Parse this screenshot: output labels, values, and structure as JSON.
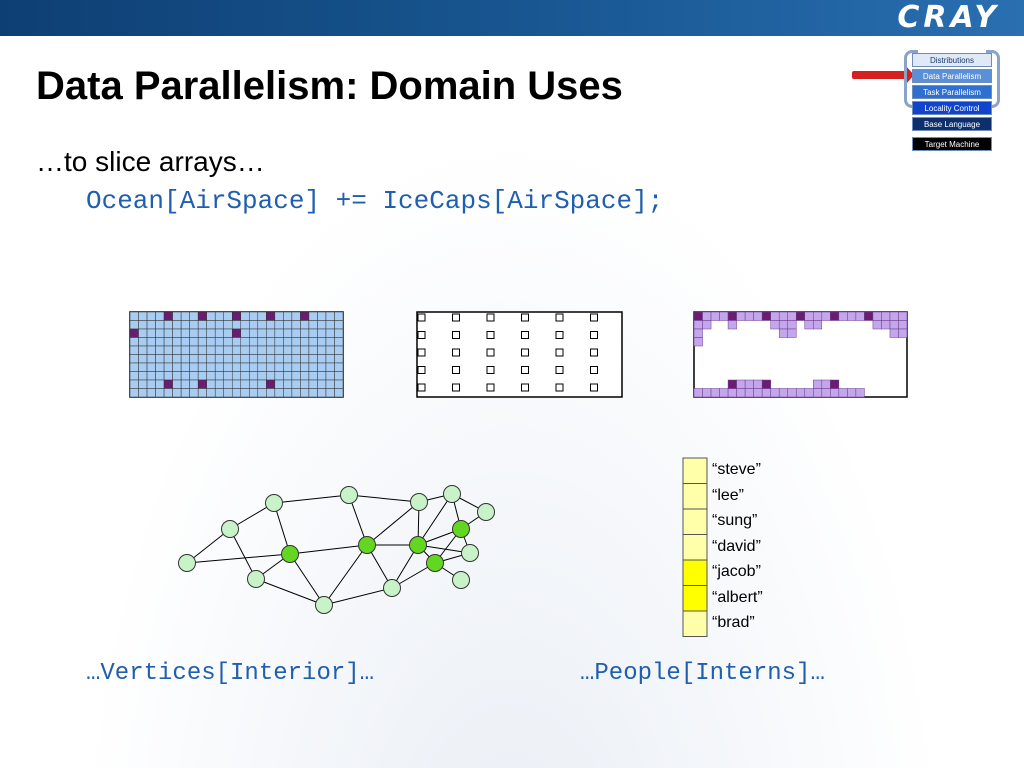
{
  "slide": {
    "title": "Data Parallelism: Domain Uses",
    "subtitle": "…to slice arrays…",
    "code_line": "Ocean[AirSpace] += IceCaps[AirSpace];",
    "logo": "CRAY",
    "vertices_code": "…Vertices[Interior]…",
    "people_code": "…People[Interns]…"
  },
  "layers": [
    {
      "label": "Distributions",
      "bg": "#dfe9f7",
      "fg": "#1a3a6a"
    },
    {
      "label": "Data Parallelism",
      "bg": "#5b8fd8",
      "fg": "#ffffff"
    },
    {
      "label": "Task Parallelism",
      "bg": "#2f6fd0",
      "fg": "#ffffff"
    },
    {
      "label": "Locality Control",
      "bg": "#1144cc",
      "fg": "#ffffff"
    },
    {
      "label": "Base Language",
      "bg": "#0d2f6b",
      "fg": "#ffffff"
    },
    {
      "label": "Target Machine",
      "bg": "#000000",
      "fg": "#ffffff"
    }
  ],
  "people": [
    {
      "name": "“steve”",
      "highlight": false
    },
    {
      "name": "“lee”",
      "highlight": false
    },
    {
      "name": "“sung”",
      "highlight": false
    },
    {
      "name": "“david”",
      "highlight": false
    },
    {
      "name": "“jacob”",
      "highlight": true
    },
    {
      "name": "“albert”",
      "highlight": true
    },
    {
      "name": "“brad”",
      "highlight": false
    }
  ],
  "colors": {
    "ocean_cell": "#a9cdf2",
    "marked_cell": "#6a1c72",
    "light_purple": "#c4a6ec",
    "graph_node": "#c8f2c8",
    "graph_node_interior": "#63d622",
    "people_cell": "#ffffaa",
    "people_highlight": "#ffff00"
  }
}
